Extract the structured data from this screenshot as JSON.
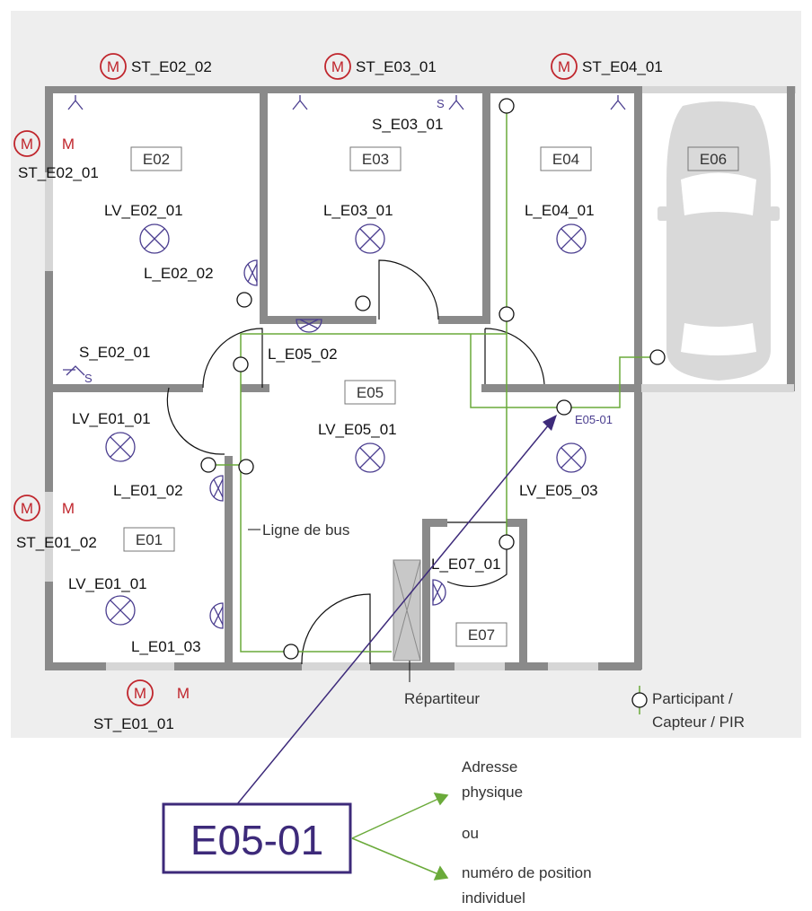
{
  "rooms": {
    "e01": "E01",
    "e02": "E02",
    "e03": "E03",
    "e04": "E04",
    "e05": "E05",
    "e06": "E06",
    "e07": "E07"
  },
  "motors": {
    "st_e02_02": "ST_E02_02",
    "st_e03_01": "ST_E03_01",
    "st_e04_01": "ST_E04_01",
    "st_e02_01": "ST_E02_01",
    "st_e01_02": "ST_E01_02",
    "st_e01_01": "ST_E01_01",
    "m_symbol": "M"
  },
  "lights": {
    "lv_e02_01": "LV_E02_01",
    "l_e03_01": "L_E03_01",
    "l_e04_01": "L_E04_01",
    "l_e02_02": "L_E02_02",
    "l_e05_02": "L_E05_02",
    "lv_e01_01_a": "LV_E01_01",
    "lv_e05_01": "LV_E05_01",
    "l_e01_02": "L_E01_02",
    "lv_e05_03": "LV_E05_03",
    "l_e07_01": "L_E07_01",
    "lv_e01_01_b": "LV_E01_01",
    "l_e01_03": "L_E01_03"
  },
  "sensors": {
    "s_e02_01": "S_E02_01",
    "s_e03_01": "S_E03_01",
    "s_letter": "S"
  },
  "bus_line_label": "Ligne de bus",
  "distributor_label": "Répartiteur",
  "participant_small_label": "E05-01",
  "legend": {
    "line1": "Participant /",
    "line2": "Capteur / PIR"
  },
  "callout": {
    "code": "E05-01",
    "option1_line1": "Adresse",
    "option1_line2": "physique",
    "or": "ou",
    "option2_line1": "numéro de position",
    "option2_line2": "individuel"
  },
  "colors": {
    "wall": "#8a8a8a",
    "background": "#eeeeee",
    "bus_line": "#6aaa3a",
    "motor_red": "#c0262d",
    "accent_purple": "#3d2a7a"
  }
}
